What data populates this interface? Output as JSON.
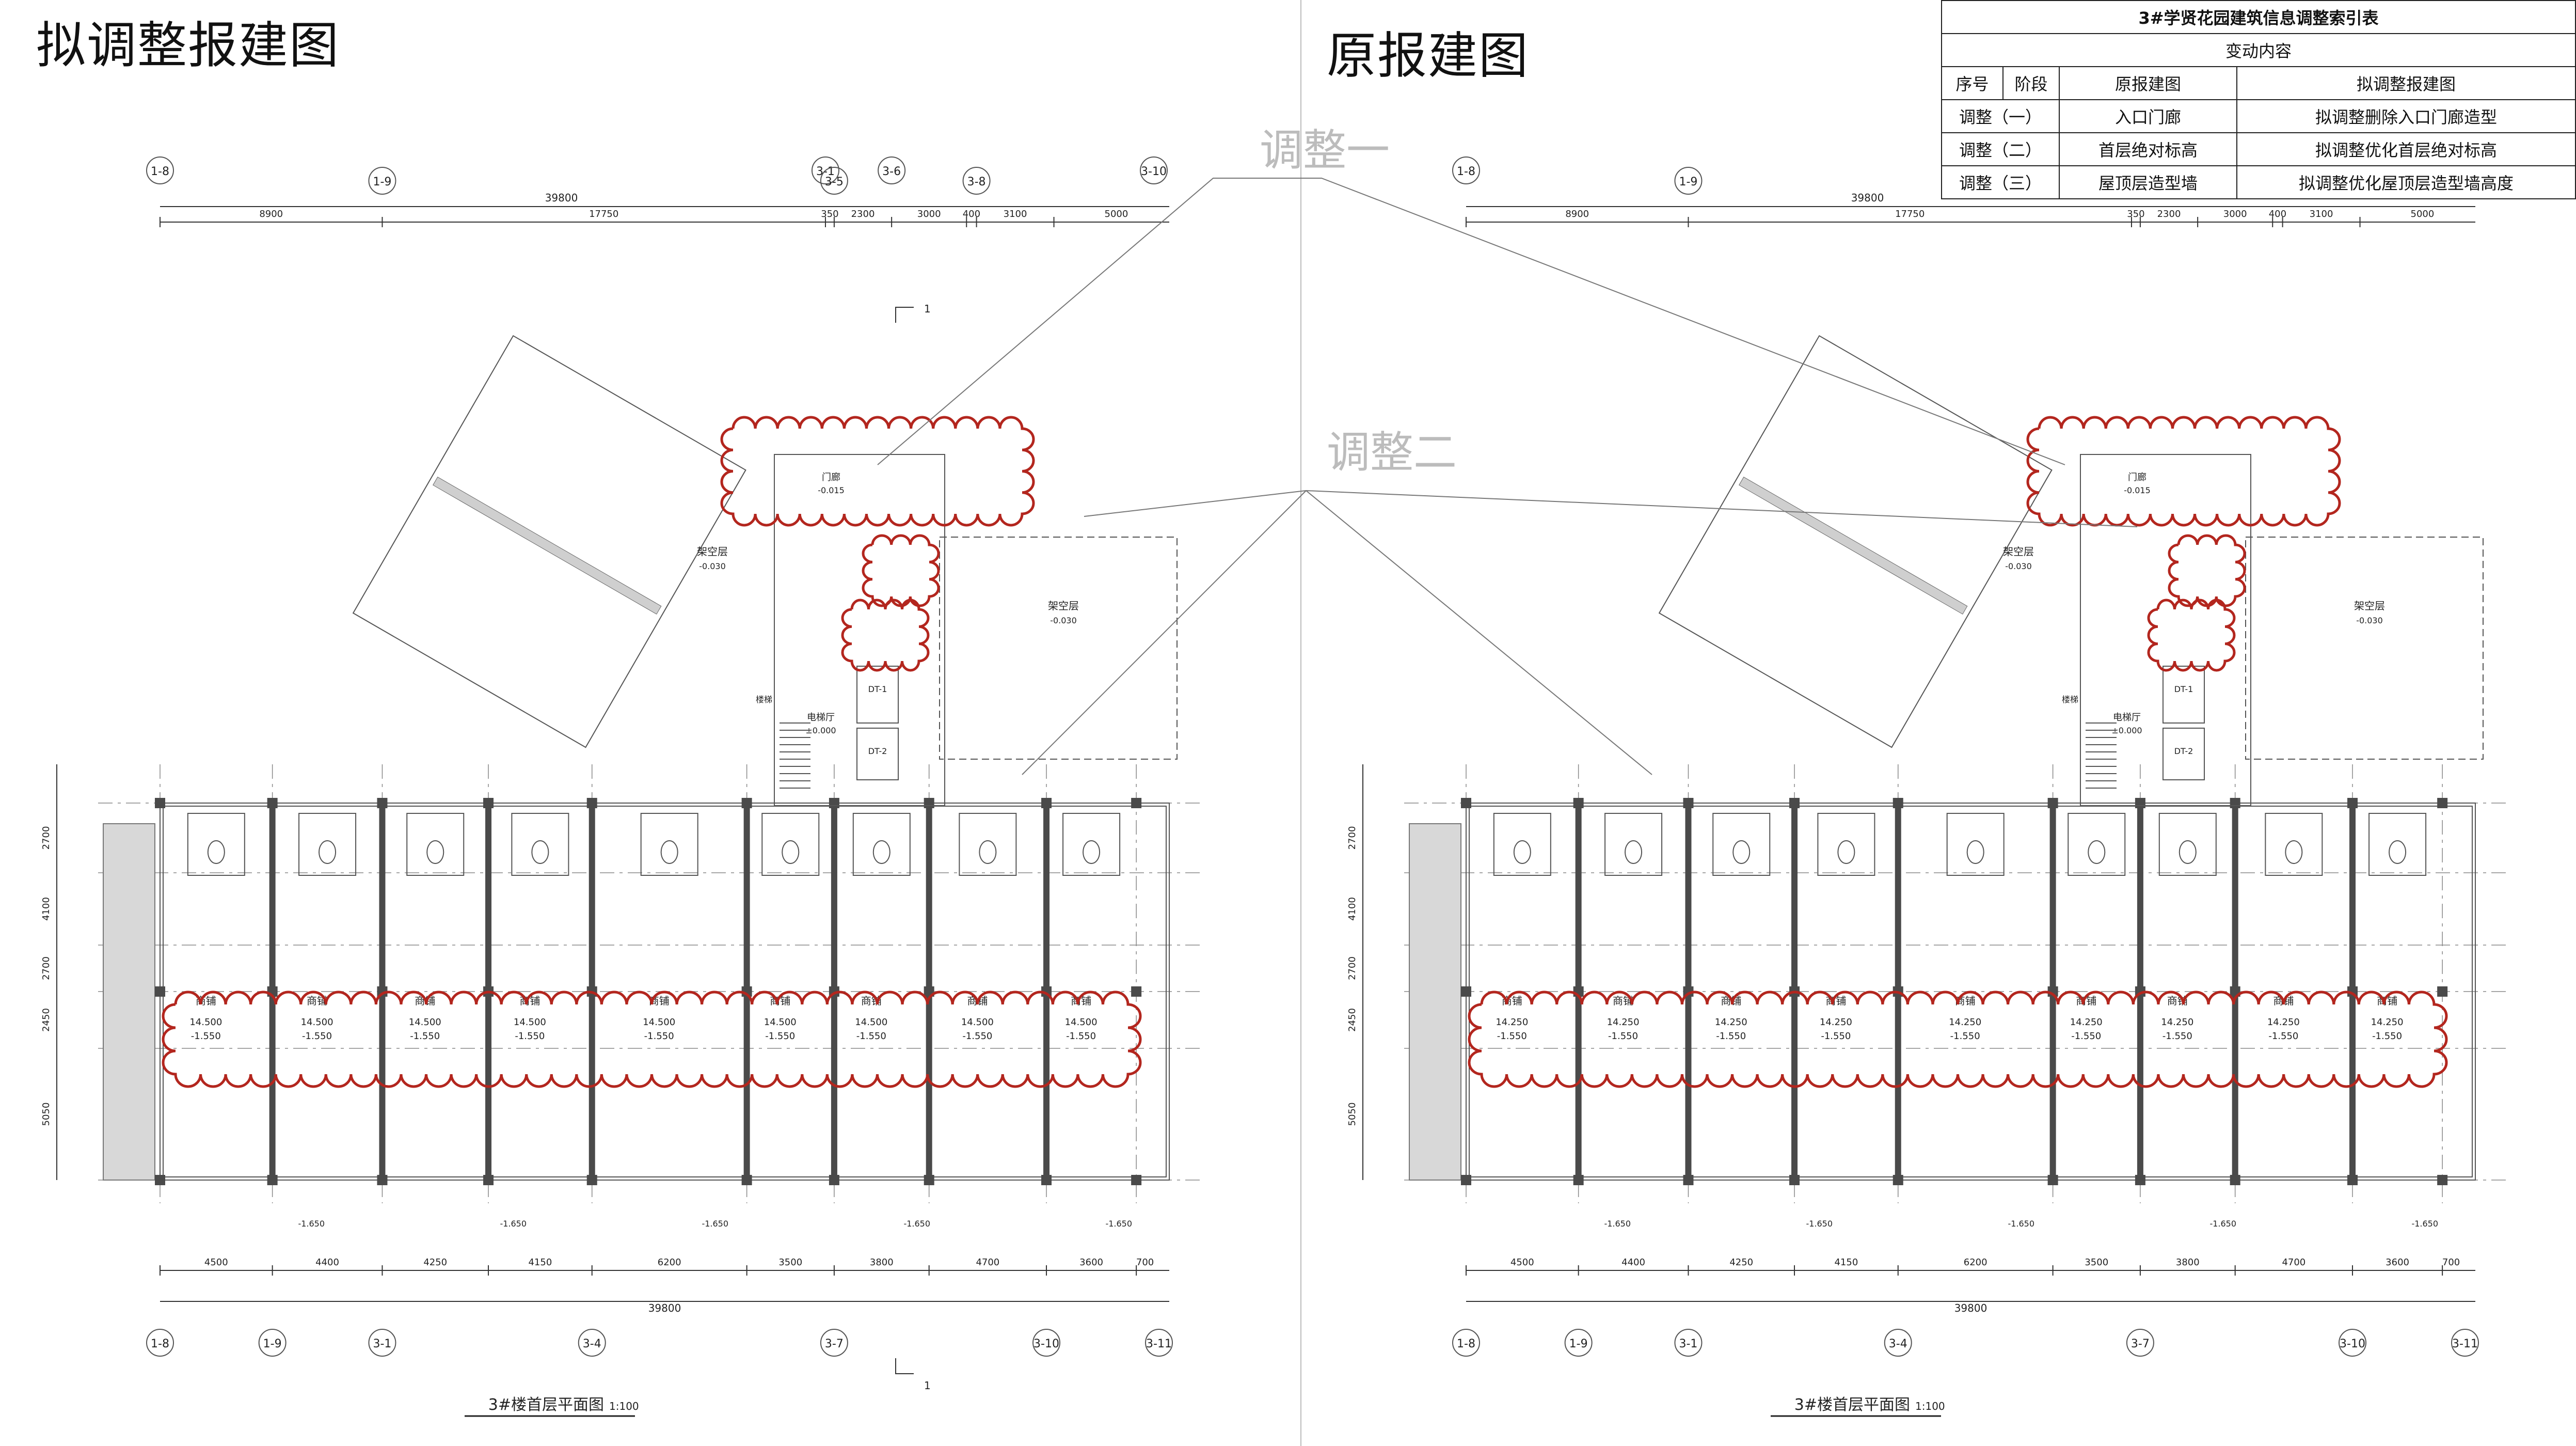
{
  "headings": {
    "left": "拟调整报建图",
    "right": "原报建图"
  },
  "annotations": {
    "adjust_1": "调整一",
    "adjust_2": "调整二"
  },
  "plan": {
    "title": "3#楼首层平面图",
    "scale": "1:100",
    "section_mark": "1",
    "total_width": "39800",
    "top_dims": [
      "8900",
      "17750",
      "350",
      "2300",
      "3000",
      "400",
      "3100",
      "5000"
    ],
    "bottom_dims": [
      "4500",
      "4400",
      "4250",
      "4150",
      "6200",
      "3500",
      "3800",
      "4700",
      "3600",
      "700"
    ],
    "left_dims": [
      "2700",
      "4100",
      "2700",
      "2450",
      "5050"
    ],
    "top_axes": [
      "1-8",
      "1-9",
      "3-1",
      "3-5",
      "3-6",
      "3-8",
      "3-10"
    ],
    "bottom_axes": [
      "1-8",
      "1-9",
      "3-1",
      "3-4",
      "3-7",
      "3-10",
      "3-11"
    ],
    "room_labels": {
      "shop": "商铺",
      "entrance_hall": "门廊",
      "elevator_hall": "电梯厅",
      "void": "架空层",
      "stair": "楼梯",
      "elevator": "DT-1",
      "elevator_2": "DT-2"
    },
    "levels": {
      "proposed_shop_top": "14.500",
      "proposed_shop_bottom": "-1.550",
      "original_shop_top": "14.250",
      "original_shop_bottom": "-1.550",
      "outdoor": "-1.650",
      "entry": "±0.000",
      "porch": "-0.015",
      "void_level": "-0.030"
    }
  },
  "table": {
    "title": "3#学贤花园建筑信息调整索引表",
    "subtitle": "变动内容",
    "headers": {
      "seq": "序号",
      "stage": "阶段",
      "original": "原报建图",
      "proposed": "拟调整报建图"
    },
    "rows": [
      {
        "seq": "调整（一）",
        "original": "入口门廊",
        "proposed": "拟调整删除入口门廊造型"
      },
      {
        "seq": "调整（二）",
        "original": "首层绝对标高",
        "proposed": "拟调整优化首层绝对标高"
      },
      {
        "seq": "调整（三）",
        "original": "屋顶层造型墙",
        "proposed": "拟调整优化屋顶层造型墙高度"
      }
    ]
  },
  "colors": {
    "cloud": "#b3261e",
    "wall": "#4a4a4a",
    "line": "#555555"
  }
}
